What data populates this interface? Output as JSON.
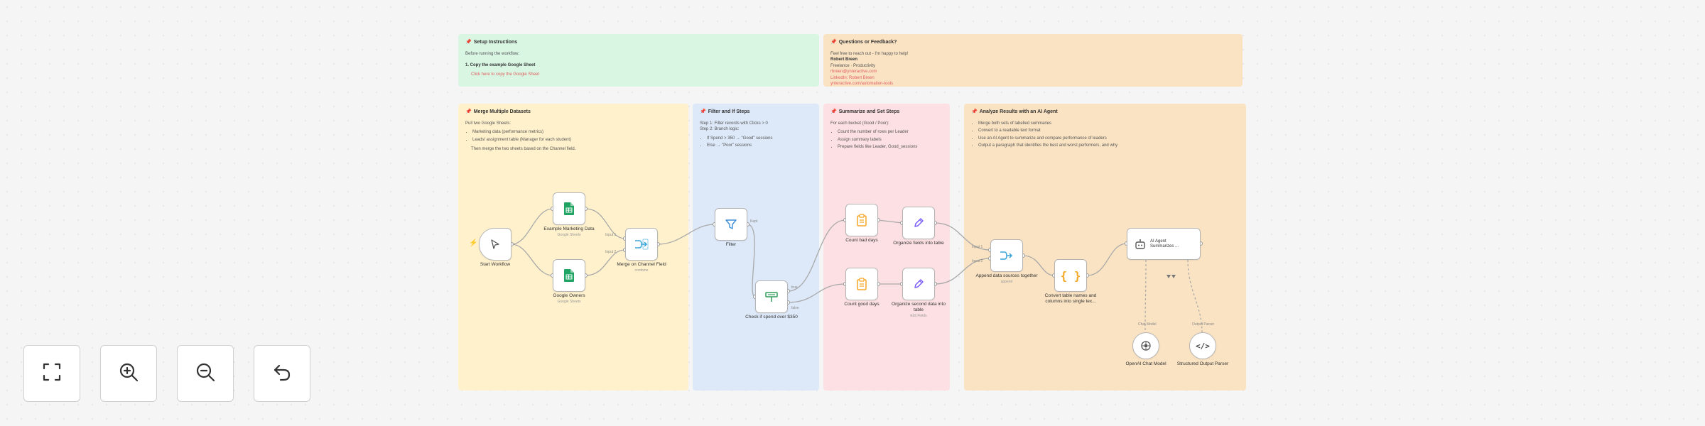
{
  "notes": {
    "setup": {
      "title": "Setup Instructions",
      "lines": [
        "Before running the workflow:"
      ],
      "steps": [
        "1. Copy the example Google Sheet"
      ],
      "link": "Click here to copy the Google Sheet"
    },
    "feedback": {
      "title": "Questions or Feedback?",
      "lines": [
        "Feel free to reach out - I'm happy to help!",
        "Robert Breen"
      ],
      "contact_lines": [
        "Freelance · Productivity",
        "rbreen@ynteractive.com",
        "LinkedIn: Robert Breen",
        "ynteractive.com/automation-tools"
      ]
    },
    "merge": {
      "title": "Merge Multiple Datasets",
      "intro": "Pull two Google Sheets:",
      "items": [
        "Marketing data (performance metrics)",
        "Leads/ assignment table (Manager for each student)"
      ],
      "outro": "Then merge the two sheets based on the Channel field."
    },
    "filter": {
      "title": "Filter and If Steps",
      "lines": [
        "Step 1: Filter records with Clicks > 0",
        "Step 2: Branch logic:"
      ],
      "items": [
        "If Spend > 350 → \"Good\" sessions",
        "Else → \"Poor\" sessions"
      ]
    },
    "summarize": {
      "title": "Summarize and Set Steps",
      "intro": "For each bucket (Good / Poor):",
      "items": [
        "Count the number of rows per Leader",
        "Assign summary labels",
        "Prepare fields like Leader, Good_sessions"
      ]
    },
    "analyze": {
      "title": "Analyze Results with an AI Agent",
      "items": [
        "Merge both sets of labelled summaries",
        "Convert to a readable text format",
        "Use an AI Agent to summarize and compare performance of leaders",
        "Output a paragraph that identifies the best and worst performers, and why"
      ]
    }
  },
  "nodes": {
    "start": {
      "label": "Start Workflow",
      "icon": "pointer-icon"
    },
    "marketing": {
      "label": "Example Marketing Data",
      "sub": "Google Sheets",
      "icon": "google-sheets-icon"
    },
    "owners": {
      "label": "Google Owners",
      "sub": "Google Sheets",
      "icon": "google-sheets-icon"
    },
    "merge": {
      "label": "Merge on Channel Field",
      "sub": "combine",
      "icon": "merge-icon"
    },
    "filter": {
      "label": "Filter",
      "icon": "filter-icon"
    },
    "check": {
      "label": "Check if spend over $350",
      "icon": "branch-icon"
    },
    "count_bad": {
      "label": "Count bad days",
      "icon": "clipboard-icon"
    },
    "count_good": {
      "label": "Count good days",
      "icon": "clipboard-icon"
    },
    "organize_bad": {
      "label": "Organize fields into table",
      "icon": "pen-icon"
    },
    "organize_good": {
      "label": "Organize second data into table",
      "sub": "Edit Fields",
      "icon": "pen-icon"
    },
    "append": {
      "label": "Append data sources together",
      "sub": "append",
      "icon": "merge-icon"
    },
    "convert": {
      "label": "Convert table names and columns into single tex...",
      "icon": "braces-icon"
    },
    "agent": {
      "title": "AI Agent",
      "line2": "Summarizes ...",
      "icon": "robot-icon"
    },
    "openai": {
      "label": "OpenAI Chat Model",
      "icon": "openai-icon"
    },
    "parser": {
      "label": "Structured Output Parser",
      "icon": "code-icon"
    }
  },
  "edge_labels": {
    "merge_in1": "Input 1",
    "merge_in2": "Input 2",
    "filter_kept": "Kept",
    "true_label": "true",
    "false_label": "false",
    "append_in1": "Input 1",
    "append_in2": "Input 2",
    "chat_model": "Chat Model",
    "output_parser": "Output Parser"
  },
  "controls": {
    "fit": "fit-view-icon",
    "zoom_in": "zoom-in-icon",
    "zoom_out": "zoom-out-icon",
    "undo": "undo-icon"
  },
  "colors": {
    "green_note": "#d9f6e3",
    "orange_note": "#fae3c3",
    "yellow_note": "#fff1cc",
    "blue_note": "#dde9f9",
    "pink_note": "#fde0e3",
    "sheets_green": "#1fa463",
    "accent_orange": "#f5a623",
    "pen_purple": "#7b5cff"
  }
}
